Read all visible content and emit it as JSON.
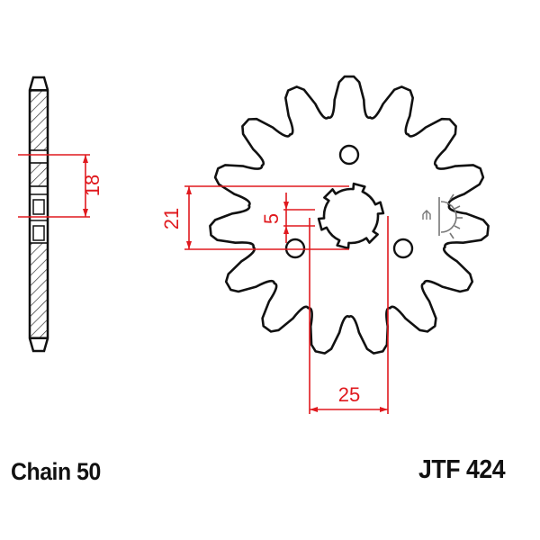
{
  "diagram": {
    "title": "Front sprocket technical drawing",
    "part_number": "JTF 424",
    "chain_label": "Chain 50",
    "teeth": 15,
    "bolt_holes": 3,
    "hub_splines": 6,
    "dimensions": {
      "side_thickness": "18",
      "spline_height": "21",
      "spline_slot": "5",
      "hub_width": "25"
    },
    "colors": {
      "outline": "#111111",
      "dimension": "#e0191e",
      "background": "#ffffff",
      "hatch": "#333333"
    },
    "symbol": "engine-side-icon"
  }
}
